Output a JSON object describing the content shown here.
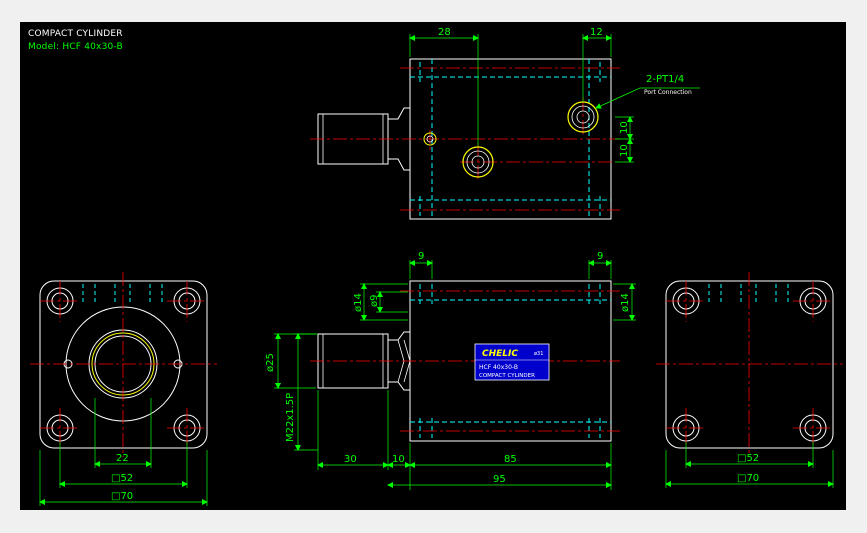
{
  "header": {
    "title": "COMPACT CYLINDER",
    "model": "Model: HCF 40x30-B"
  },
  "colors": {
    "background": "#000000",
    "outline": "#ffffff",
    "centerline": "#ff0000",
    "hidden": "#00ffff",
    "dimension": "#00ff00",
    "port": "#ffff00",
    "label_plate": "#0000cc"
  },
  "top_view": {
    "dims": [
      "28",
      "12",
      "10",
      "10"
    ],
    "port_callout": "2-PT1/4",
    "port_note": "Port Connection"
  },
  "front_view": {
    "dims": [
      "9",
      "9",
      "ø14",
      "ø9",
      "ø14",
      "ø25",
      "M22x1.5P",
      "30",
      "10",
      "85",
      "95"
    ],
    "label_brand": "CHELIC",
    "label_size": "ø31",
    "label_model": "HCF 40x30-B",
    "label_name": "COMPACT CYLINDER"
  },
  "left_view": {
    "dims": [
      "22",
      "□52",
      "□70"
    ]
  },
  "right_view": {
    "dims": [
      "□52",
      "□70"
    ]
  }
}
